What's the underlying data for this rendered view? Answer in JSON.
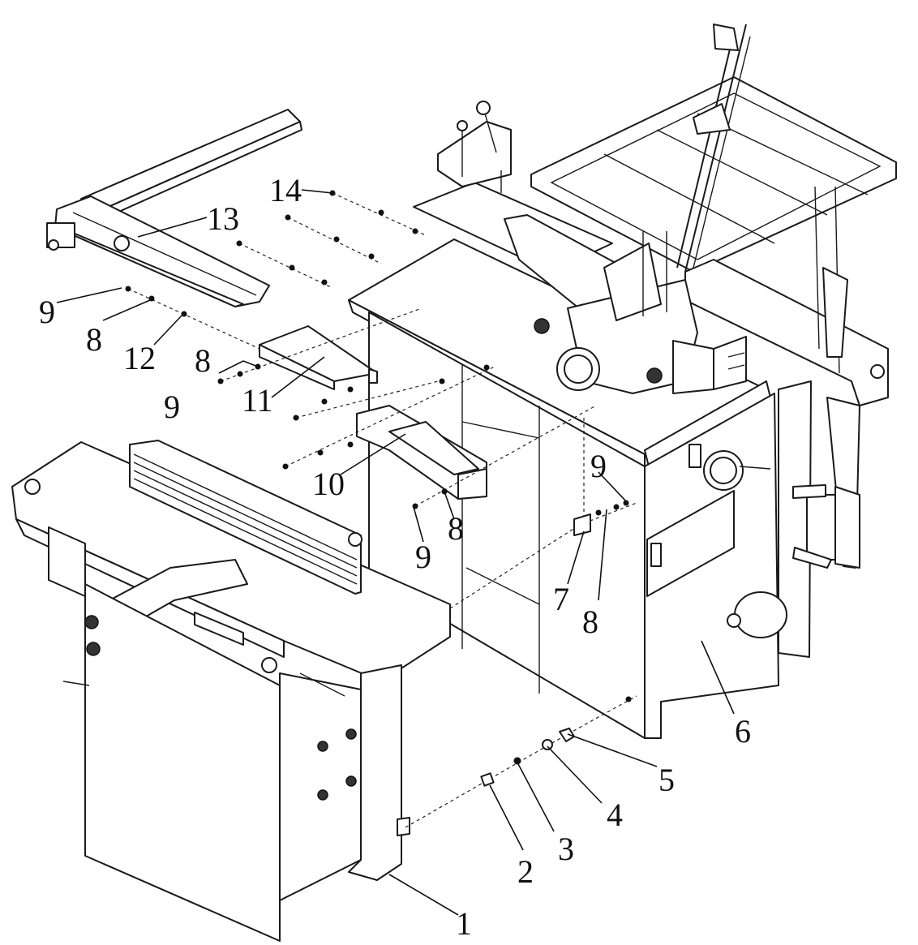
{
  "diagram": {
    "callouts": [
      {
        "id": "c1",
        "label": "1"
      },
      {
        "id": "c2",
        "label": "2"
      },
      {
        "id": "c3",
        "label": "3"
      },
      {
        "id": "c4",
        "label": "4"
      },
      {
        "id": "c5",
        "label": "5"
      },
      {
        "id": "c6",
        "label": "6"
      },
      {
        "id": "c7",
        "label": "7"
      },
      {
        "id": "c8a",
        "label": "8"
      },
      {
        "id": "c8b",
        "label": "8"
      },
      {
        "id": "c8c",
        "label": "8"
      },
      {
        "id": "c8d",
        "label": "8"
      },
      {
        "id": "c9a",
        "label": "9"
      },
      {
        "id": "c9b",
        "label": "9"
      },
      {
        "id": "c9c",
        "label": "9"
      },
      {
        "id": "c9d",
        "label": "9"
      },
      {
        "id": "c10",
        "label": "10"
      },
      {
        "id": "c11",
        "label": "11"
      },
      {
        "id": "c12",
        "label": "12"
      },
      {
        "id": "c13",
        "label": "13"
      },
      {
        "id": "c14",
        "label": "14"
      }
    ]
  }
}
